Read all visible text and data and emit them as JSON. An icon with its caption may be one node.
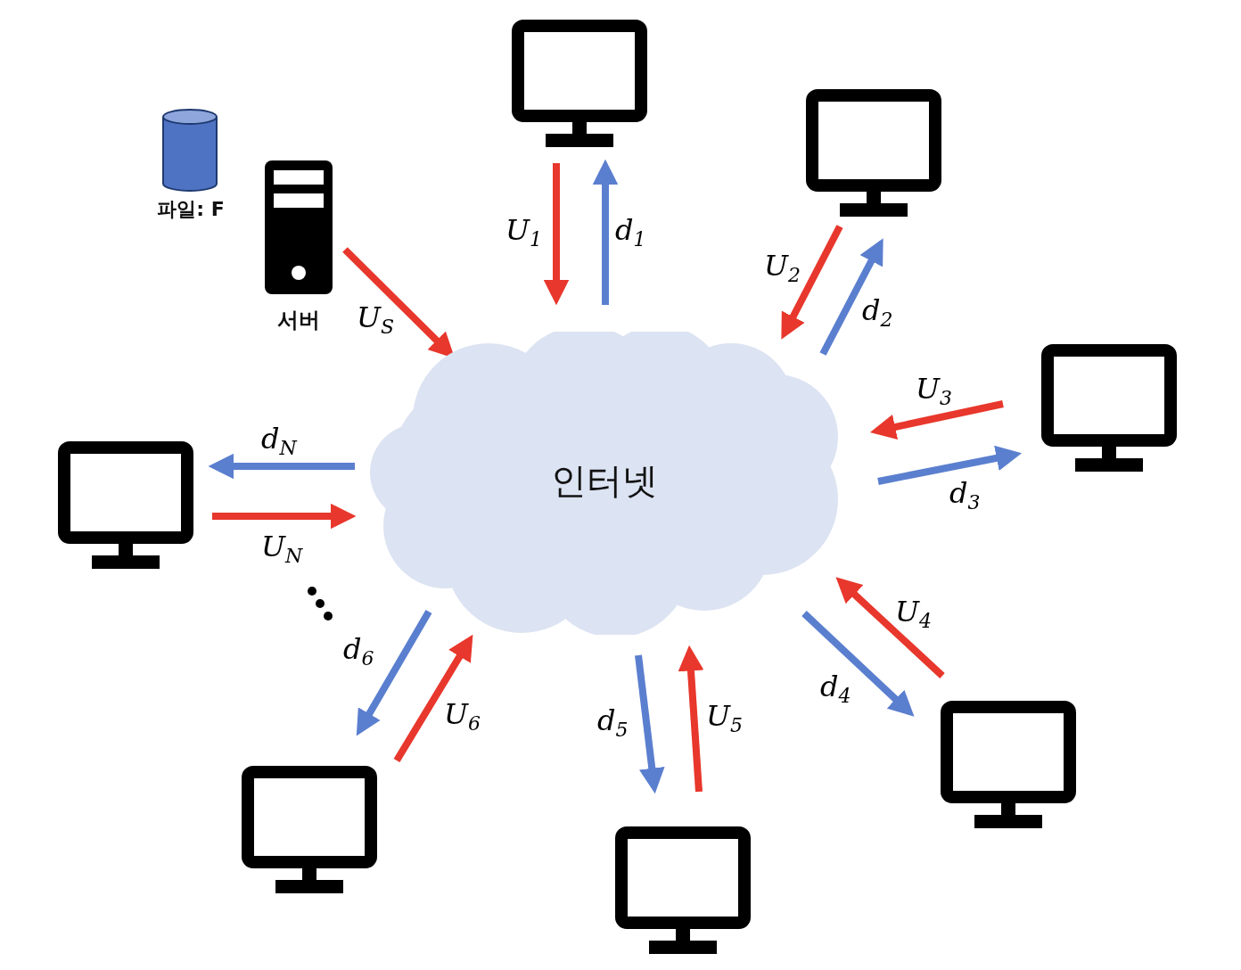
{
  "diagram": {
    "nodes": [
      {
        "text": [
          "인터넷"
        ]
      },
      {
        "text": [
          "서버"
        ]
      },
      {
        "text": [
          "파일: F"
        ]
      },
      {
        "text": [],
        "shape": "monitor"
      },
      {
        "text": [],
        "shape": "monitor"
      },
      {
        "text": [],
        "shape": "monitor"
      },
      {
        "text": [],
        "shape": "monitor"
      },
      {
        "text": [],
        "shape": "monitor"
      },
      {
        "text": [],
        "shape": "monitor"
      },
      {
        "text": [],
        "shape": "monitor"
      }
    ],
    "edges": [
      {
        "from": 1,
        "to": 0,
        "arrow": "to",
        "label": "U$_{S}$",
        "color": "#e8372c"
      },
      {
        "from": 3,
        "to": 0,
        "arrow": "to",
        "label": "U$_{1}$",
        "color": "#e8372c"
      },
      {
        "from": 0,
        "to": 3,
        "arrow": "to",
        "label": "d$_{1}$",
        "color": "#5b7fcf"
      },
      {
        "from": 4,
        "to": 0,
        "arrow": "to",
        "label": "U$_{2}$",
        "color": "#e8372c"
      },
      {
        "from": 0,
        "to": 4,
        "arrow": "to",
        "label": "d$_{2}$",
        "color": "#5b7fcf"
      },
      {
        "from": 5,
        "to": 0,
        "arrow": "to",
        "label": "U$_{3}$",
        "color": "#e8372c"
      },
      {
        "from": 0,
        "to": 5,
        "arrow": "to",
        "label": "d$_{3}$",
        "color": "#5b7fcf"
      },
      {
        "from": 6,
        "to": 0,
        "arrow": "to",
        "label": "U$_{4}$",
        "color": "#e8372c"
      },
      {
        "from": 0,
        "to": 6,
        "arrow": "to",
        "label": "d$_{4}$",
        "color": "#5b7fcf"
      },
      {
        "from": 7,
        "to": 0,
        "arrow": "to",
        "label": "U$_{5}$",
        "color": "#e8372c"
      },
      {
        "from": 0,
        "to": 7,
        "arrow": "to",
        "label": "d$_{5}$",
        "color": "#5b7fcf"
      },
      {
        "from": 8,
        "to": 0,
        "arrow": "to",
        "label": "U$_{6}$",
        "color": "#e8372c"
      },
      {
        "from": 0,
        "to": 8,
        "arrow": "to",
        "label": "d$_{6}$",
        "color": "#5b7fcf"
      },
      {
        "from": 0,
        "to": 9,
        "arrow": "to",
        "label": "d$_{N}$",
        "color": "#5b7fcf"
      },
      {
        "from": 9,
        "to": 0,
        "arrow": "to",
        "label": "U$_{N}$",
        "color": "#e8372c"
      }
    ]
  }
}
